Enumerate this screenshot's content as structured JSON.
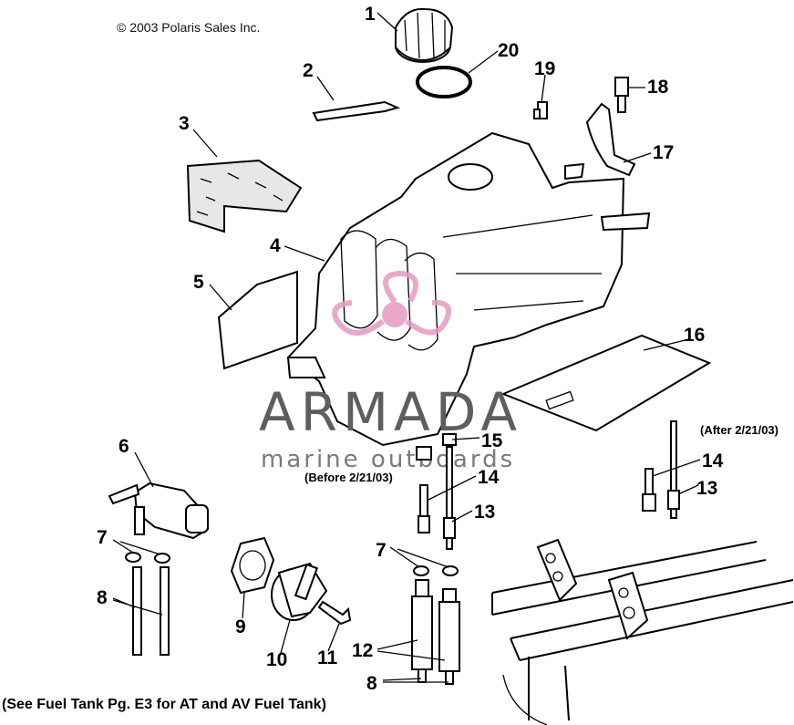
{
  "copyright": "© 2003 Polaris Sales Inc.",
  "footer_note": "(See Fuel Tank Pg. E3 for AT and AV Fuel Tank)",
  "notes": {
    "before": "(Before 2/21/03)",
    "after": "(After 2/21/03)"
  },
  "watermark": {
    "title": "ARMADA",
    "subtitle": "marine outboards",
    "logo_color": "#e79ac0",
    "text_color": "#5e5e5e"
  },
  "callouts": {
    "c1": "1",
    "c2": "2",
    "c3": "3",
    "c4": "4",
    "c5": "5",
    "c6": "6",
    "c7a": "7",
    "c7b": "7",
    "c8a": "8",
    "c8b": "8",
    "c9": "9",
    "c10": "10",
    "c11": "11",
    "c12": "12",
    "c13a": "13",
    "c13b": "13",
    "c14a": "14",
    "c14b": "14",
    "c15": "15",
    "c16": "16",
    "c17": "17",
    "c18": "18",
    "c19": "19",
    "c20": "20"
  }
}
